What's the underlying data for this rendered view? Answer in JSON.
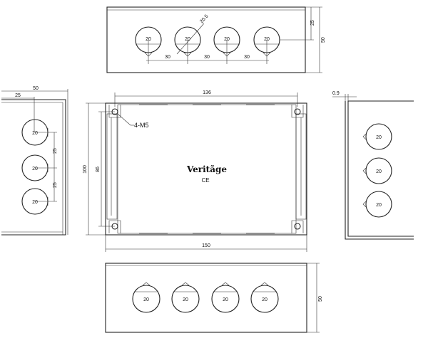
{
  "brand": "Veritãge",
  "mark": "CE",
  "top_view": {
    "hole_label": "20",
    "spacing": [
      "30",
      "30",
      "30"
    ],
    "height": "50",
    "offset": "25",
    "diagonal": "20.5"
  },
  "left_view": {
    "width": "50",
    "offset": "25",
    "hole_label": "20",
    "spacing": [
      "25",
      "25"
    ]
  },
  "front_view": {
    "width_inner": "136",
    "width_outer": "150",
    "height_outer": "100",
    "height_inner": "86",
    "screw": "4-M5"
  },
  "right_view": {
    "thickness": "0.9",
    "hole_label": "20"
  },
  "bottom_view": {
    "hole_label": "20",
    "height": "50"
  }
}
